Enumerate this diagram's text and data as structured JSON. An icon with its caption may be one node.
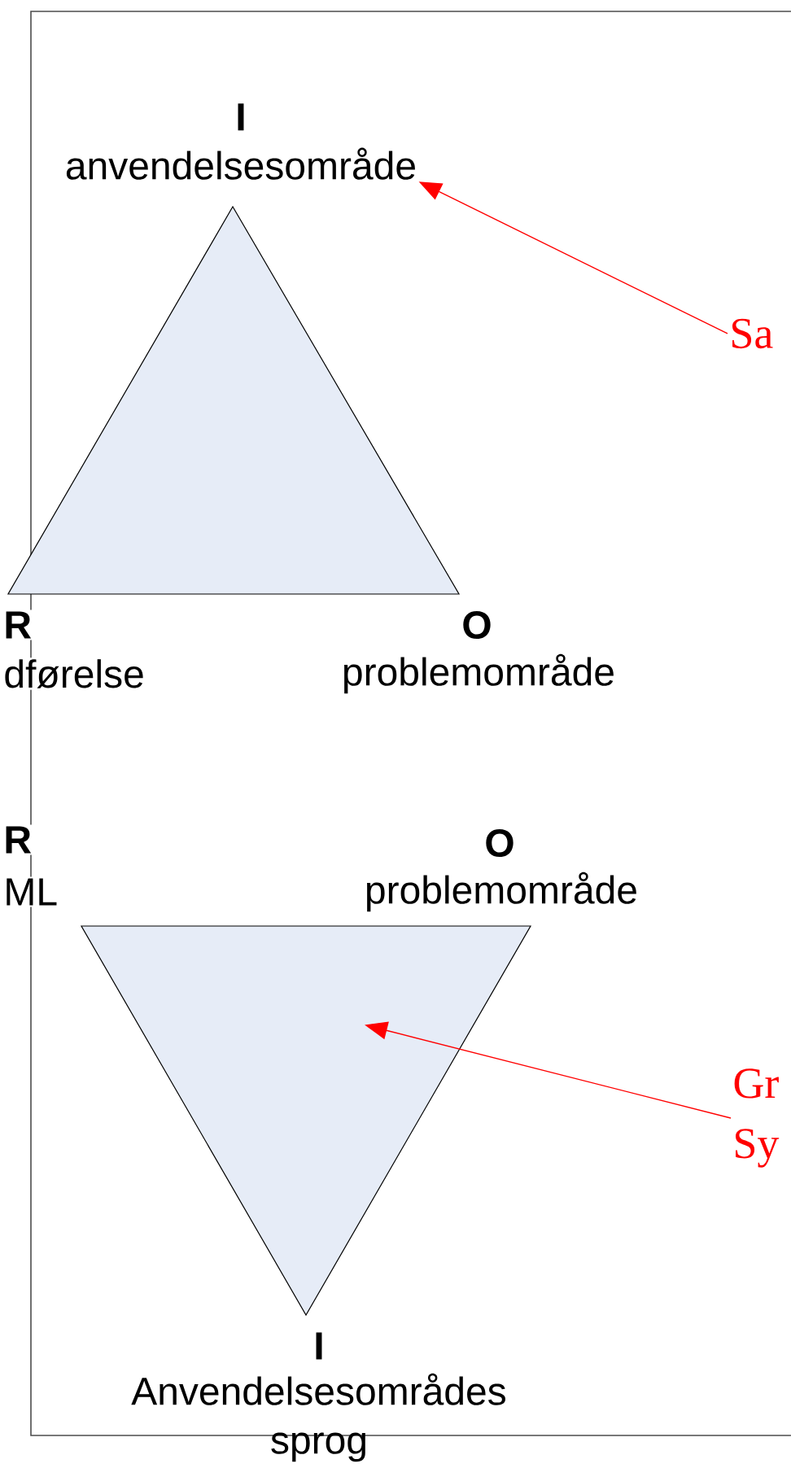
{
  "diagram": {
    "nodes": [
      {
        "text": [
          "I",
          "anvendelsesområde"
        ]
      },
      {
        "text": [],
        "shape": "triangle",
        "beside": [
          "R",
          "dførelse",
          "O",
          "problemområde"
        ]
      },
      {
        "text": [
          "Sa"
        ]
      },
      {
        "text": [],
        "shape": "triangle",
        "beside": [
          "R",
          "ML",
          "O",
          "problemområde",
          "I",
          "Anvendelsesområdes sprog"
        ]
      },
      {
        "text": [
          "Gr Sy"
        ]
      }
    ],
    "edges": [
      {
        "from": 2,
        "to": 0,
        "arrow": "to",
        "color": "#ff0000"
      },
      {
        "from": 4,
        "to": 3,
        "arrow": "to",
        "color": "#ff0000"
      }
    ]
  }
}
